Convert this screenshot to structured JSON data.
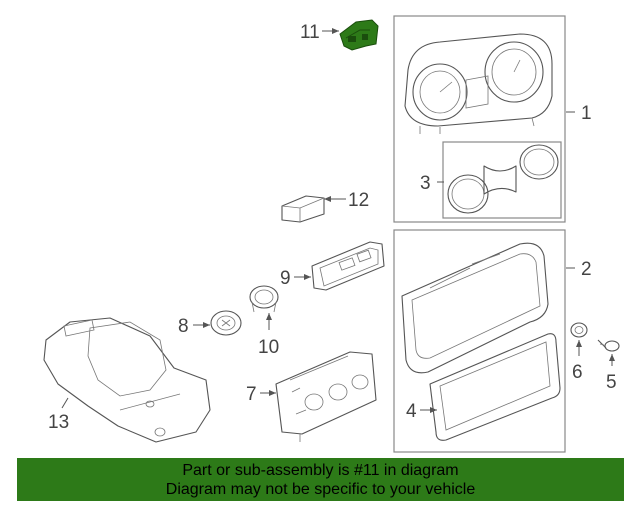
{
  "callouts": {
    "c1": "1",
    "c2": "2",
    "c3": "3",
    "c4": "4",
    "c5": "5",
    "c6": "6",
    "c7": "7",
    "c8": "8",
    "c9": "9",
    "c10": "10",
    "c11": "11",
    "c12": "12",
    "c13": "13"
  },
  "banner": {
    "line1": "Part or sub-assembly is #11 in diagram",
    "line2": "Diagram may not be specific to your vehicle"
  },
  "colors": {
    "highlight": "#2d7a18",
    "banner_bg": "#2d7a18",
    "line": "#555555"
  }
}
